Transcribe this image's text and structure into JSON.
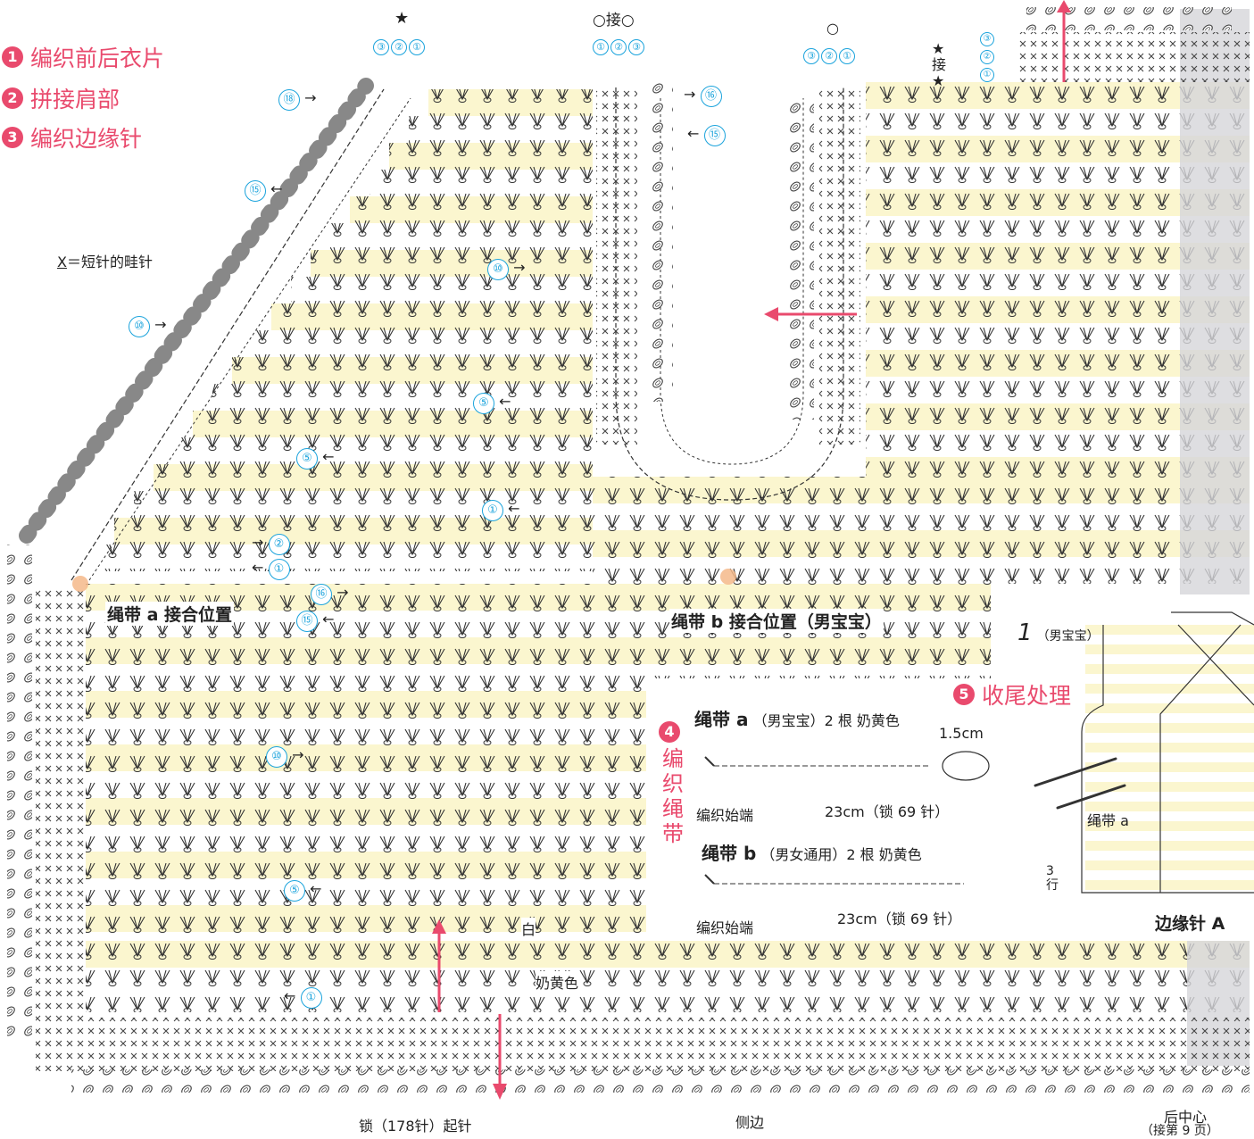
{
  "steps": [
    {
      "num": "1",
      "text": "编织前后衣片"
    },
    {
      "num": "2",
      "text": "拼接肩部"
    },
    {
      "num": "3",
      "text": "编织边缘针"
    },
    {
      "num": "4",
      "text": "编织绳带"
    },
    {
      "num": "5",
      "text": "收尾处理"
    }
  ],
  "legend": {
    "symbol": "X",
    "text": "＝短针的畦针"
  },
  "top_marks": {
    "star": "★",
    "circle_join": "○接○",
    "circle": "○",
    "star_join": "★接★"
  },
  "row_labels": [
    "①",
    "②",
    "③",
    "⑤",
    "⑩",
    "⑮",
    "⑯",
    "⑱"
  ],
  "positions": {
    "tie_a": "绳带 a 接合位置",
    "tie_b": "绳带 b 接合位置（男宝宝）"
  },
  "colors_labels": {
    "white": "白",
    "cream": "奶黄色"
  },
  "bottom_labels": {
    "start": "锁（178针）起针",
    "side": "侧边",
    "back_center": "后中心",
    "back_center_sub": "（接第 9 页）"
  },
  "ties": {
    "a_title": "绳带 a",
    "a_detail": "（男宝宝）2 根  奶黄色",
    "a_size": "1.5cm",
    "a_start": "编织始端",
    "a_length": "23cm（锁 69 针）",
    "b_title": "绳带 b",
    "b_detail": "（男女通用）2 根  奶黄色",
    "b_start": "编织始端",
    "b_length": "23cm（锁 69 针）"
  },
  "finish": {
    "fig_num": "1",
    "fig_note": "（男宝宝）",
    "tie_a": "绳带 a",
    "rows": "3行",
    "edge": "边缘针 A"
  },
  "colors": {
    "cream": "#fbf6cf",
    "gray": "#d6d6da",
    "accent": "#e94a6d",
    "blue": "#1aa3dc",
    "ink": "#333333"
  }
}
